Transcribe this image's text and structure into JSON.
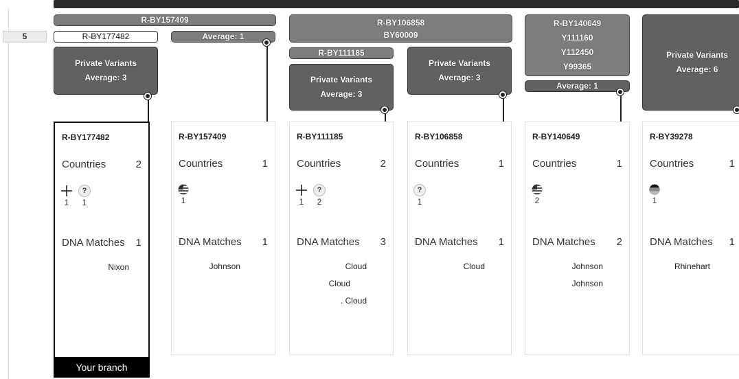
{
  "row_number": "5",
  "header": {
    "group1": {
      "label": "R-BY157409",
      "your_snp": "R-BY177482",
      "average": "Average: 1"
    },
    "group2": {
      "label": "R-BY106858",
      "sub": "BY60009",
      "child": "R-BY111185"
    },
    "group3": {
      "lines": [
        "R-BY140649",
        "Y111160",
        "Y112450",
        "Y99365"
      ],
      "average": "Average: 1"
    },
    "private_variants": [
      {
        "title": "Private Variants",
        "average": "Average: 3"
      },
      {
        "title": "Private Variants",
        "average": "Average: 3"
      },
      {
        "title": "Private Variants",
        "average": "Average: 3"
      },
      {
        "title": "Private Variants",
        "average": "Average: 6"
      }
    ]
  },
  "cards": [
    {
      "id": "R-BY177482",
      "countries_label": "Countries",
      "countries_count": "2",
      "icons": [
        {
          "icon": "cross-icon",
          "count": "1"
        },
        {
          "icon": "question-icon",
          "count": "1"
        }
      ],
      "matches_label": "DNA Matches",
      "matches_count": "1",
      "names": [
        "Nixon"
      ]
    },
    {
      "id": "R-BY157409",
      "countries_label": "Countries",
      "countries_count": "1",
      "icons": [
        {
          "icon": "us-flag-icon",
          "count": "1"
        }
      ],
      "matches_label": "DNA Matches",
      "matches_count": "1",
      "names": [
        "Johnson"
      ]
    },
    {
      "id": "R-BY111185",
      "countries_label": "Countries",
      "countries_count": "2",
      "icons": [
        {
          "icon": "cross-icon",
          "count": "1"
        },
        {
          "icon": "question-icon",
          "count": "2"
        }
      ],
      "matches_label": "DNA Matches",
      "matches_count": "3",
      "names": [
        "Cloud",
        "Cloud",
        ". Cloud"
      ]
    },
    {
      "id": "R-BY106858",
      "countries_label": "Countries",
      "countries_count": "1",
      "icons": [
        {
          "icon": "question-icon",
          "count": "1"
        }
      ],
      "matches_label": "DNA Matches",
      "matches_count": "1",
      "names": [
        "Cloud"
      ]
    },
    {
      "id": "R-BY140649",
      "countries_label": "Countries",
      "countries_count": "1",
      "icons": [
        {
          "icon": "us-flag-icon",
          "count": "2"
        }
      ],
      "matches_label": "DNA Matches",
      "matches_count": "2",
      "names": [
        "Johnson",
        "Johnson"
      ]
    },
    {
      "id": "R-BY39278",
      "countries_label": "Countries",
      "countries_count": "1",
      "icons": [
        {
          "icon": "germany-flag-icon",
          "count": "1"
        }
      ],
      "matches_label": "DNA Matches",
      "matches_count": "1",
      "names": [
        "Rhinehart"
      ]
    }
  ],
  "your_branch_label": "Your branch"
}
